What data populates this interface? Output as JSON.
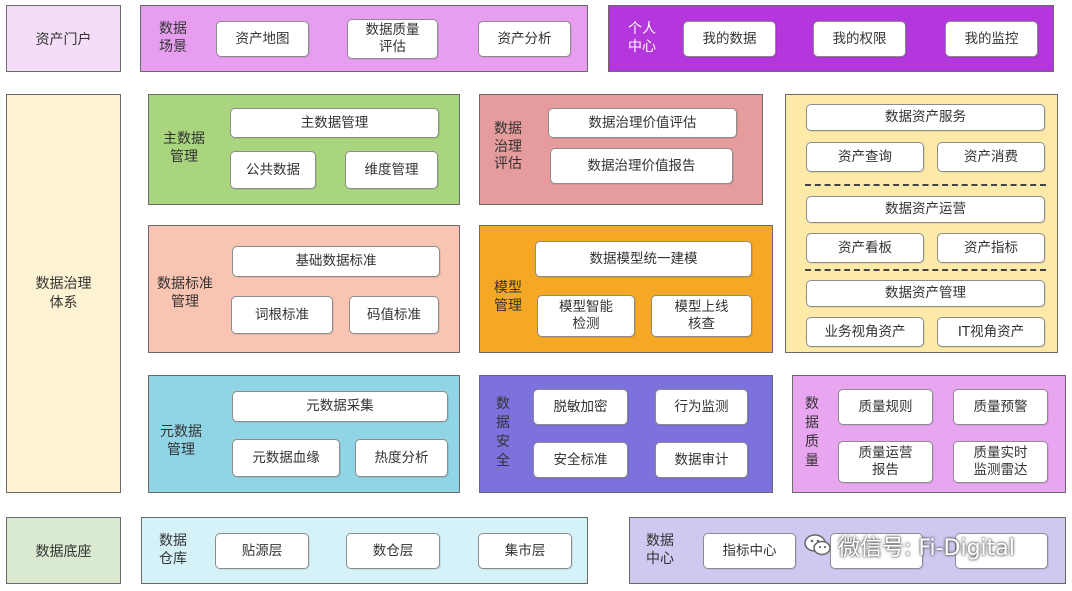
{
  "row1": {
    "portal": "资产门户",
    "scenes": {
      "label": "数据\n场景",
      "items": [
        "资产地图",
        "数据质量\n评估",
        "资产分析"
      ]
    },
    "personal": {
      "label": "个人\n中心",
      "items": [
        "我的数据",
        "我的权限",
        "我的监控"
      ]
    }
  },
  "left": {
    "governance": "数据治理\n体系",
    "base": "数据底座"
  },
  "master": {
    "label": "主数据\n管理",
    "top": "主数据管理",
    "items": [
      "公共数据",
      "维度管理"
    ]
  },
  "evaluation": {
    "label": "数据\n治理\n评估",
    "items": [
      "数据治理价值评估",
      "数据治理价值报告"
    ]
  },
  "assets": {
    "service": {
      "title": "数据资产服务",
      "items": [
        "资产查询",
        "资产消费"
      ]
    },
    "operation": {
      "title": "数据资产运营",
      "items": [
        "资产看板",
        "资产指标"
      ]
    },
    "management": {
      "title": "数据资产管理",
      "items": [
        "业务视角资产",
        "IT视角资产"
      ]
    }
  },
  "standard": {
    "label": "数据标准\n管理",
    "top": "基础数据标准",
    "items": [
      "词根标准",
      "码值标准"
    ]
  },
  "model": {
    "label": "模型\n管理",
    "top": "数据模型统一建模",
    "items": [
      "模型智能\n检测",
      "模型上线\n核查"
    ]
  },
  "metadata": {
    "label": "元数据\n管理",
    "top": "元数据采集",
    "items": [
      "元数据血缘",
      "热度分析"
    ]
  },
  "security": {
    "label": "数\n据\n安\n全",
    "items": [
      "脱敏加密",
      "行为监测",
      "安全标准",
      "数据审计"
    ]
  },
  "quality": {
    "label": "数\n据\n质\n量",
    "items": [
      "质量规则",
      "质量预警",
      "质量运营\n报告",
      "质量实时\n监测雷达"
    ]
  },
  "warehouse": {
    "label": "数据\n仓库",
    "items": [
      "贴源层",
      "数仓层",
      "集市层"
    ]
  },
  "datacenter": {
    "label": "数据\n中心",
    "items": [
      "指标中心"
    ]
  },
  "watermark": "微信号: Fi-Digital",
  "colors": {
    "portal": "#f4ddf6",
    "scenes": "#e79ef1",
    "personal": "#b337dc",
    "governance": "#fdf2d2",
    "base": "#d9ead1",
    "master": "#a9d57f",
    "evaluation": "#e69c9c",
    "assets": "#fde9a8",
    "standard": "#fac4b2",
    "model": "#f5a826",
    "metadata": "#91d4e6",
    "security": "#7d71dd",
    "quality": "#e8a6f1",
    "warehouse": "#d6f2f9",
    "datacenter": "#cfc8f1"
  }
}
